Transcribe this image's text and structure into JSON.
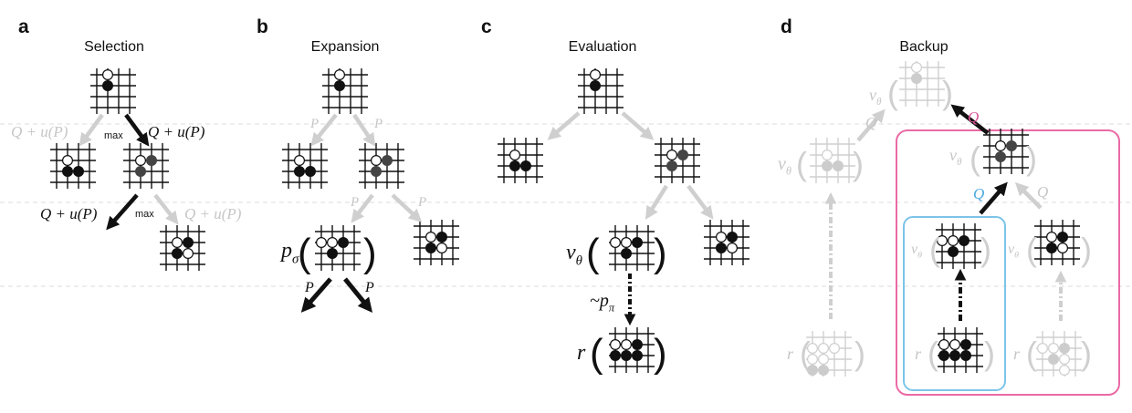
{
  "panels": [
    {
      "letter": "a",
      "title": "Selection"
    },
    {
      "letter": "b",
      "title": "Expansion"
    },
    {
      "letter": "c",
      "title": "Evaluation"
    },
    {
      "letter": "d",
      "title": "Backup"
    }
  ],
  "labels": {
    "q_plus_u": "Q + u(P)",
    "max": "max",
    "p": "P",
    "q": "Q",
    "p_sigma": "p",
    "sigma": "σ",
    "v": "v",
    "theta": "θ",
    "rollout_p": "~p",
    "pi": "π",
    "r": "r"
  },
  "colors": {
    "ink": "#111111",
    "faded": "#cfcfcf",
    "faded_text": "#c6c6c6",
    "dark_stone": "#444444",
    "pink_frame": "#ea6aa5",
    "blue_frame": "#7cc4e8",
    "q_blue": "#4aa8dd",
    "q_pink": "#e0569a",
    "divider": "#dedede"
  }
}
